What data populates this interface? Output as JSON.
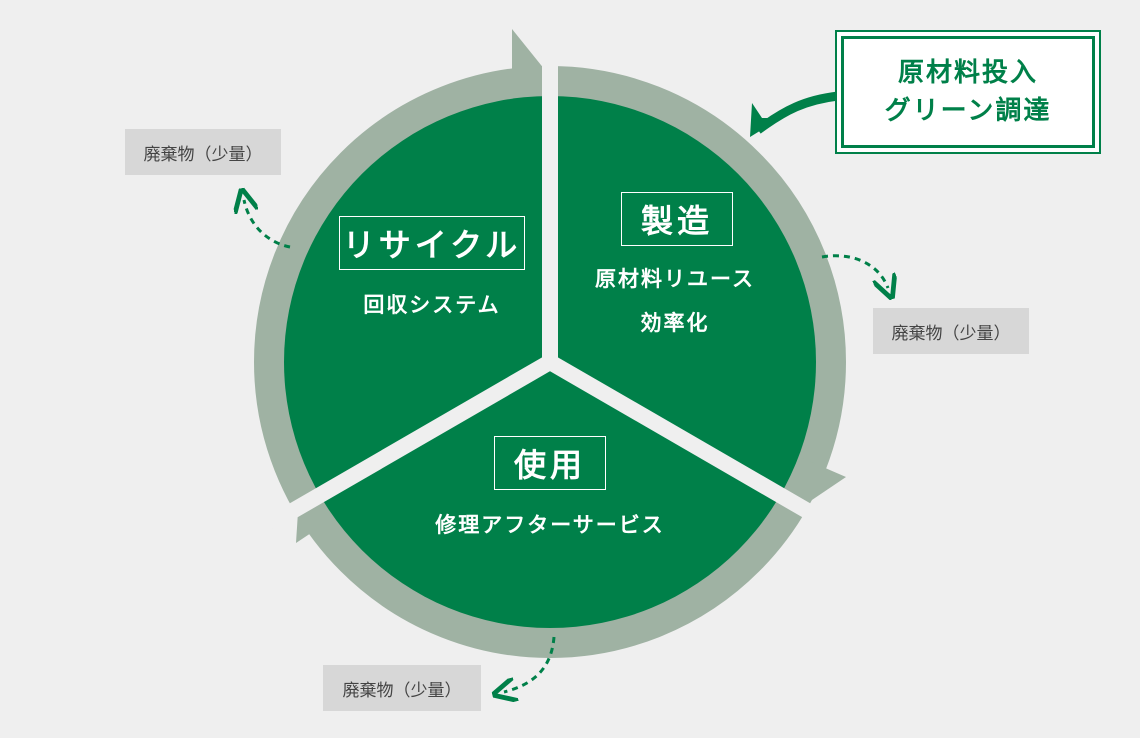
{
  "colors": {
    "background": "#efefef",
    "sector_green": "#008049",
    "ring_gray": "#9fb2a3",
    "waste_box": "#d7d7d7",
    "text_white": "#ffffff"
  },
  "stages": [
    {
      "title": "製造",
      "lines": [
        "原材料リユース",
        "効率化"
      ]
    },
    {
      "title": "使用",
      "lines": [
        "修理アフターサービス"
      ]
    },
    {
      "title": "リサイクル",
      "lines": [
        "回収システム"
      ]
    }
  ],
  "input": {
    "line1": "原材料投入",
    "line2": "グリーン調達"
  },
  "waste_labels": [
    "廃棄物（少量）",
    "廃棄物（少量）",
    "廃棄物（少量）"
  ]
}
